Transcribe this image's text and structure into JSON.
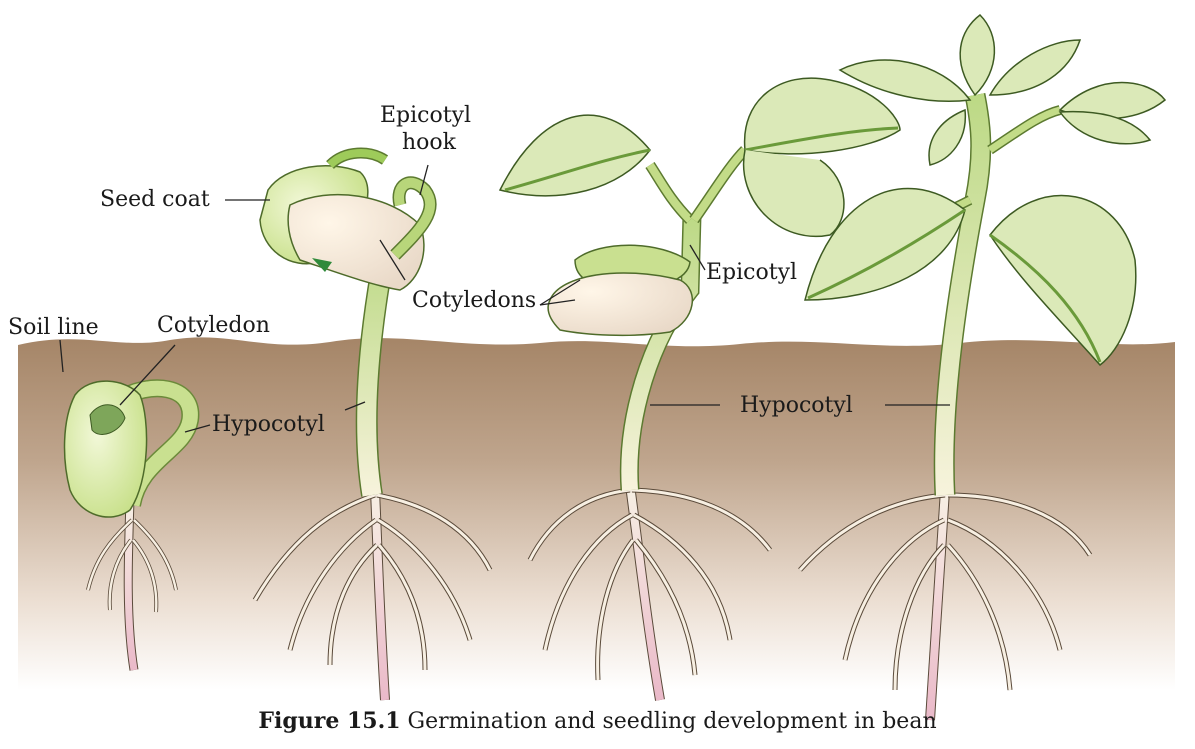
{
  "labels": {
    "soil_line": "Soil line",
    "cotyledon": "Cotyledon",
    "hypocotyl_1": "Hypocotyl",
    "seed_coat": "Seed coat",
    "epicotyl_hook_1": "Epicotyl",
    "epicotyl_hook_2": "hook",
    "cotyledons": "Cotyledons",
    "epicotyl": "Epicotyl",
    "hypocotyl_2": "Hypocotyl"
  },
  "caption": {
    "figure": "Figure 15.1",
    "text": " Germination and seedling development in bean"
  },
  "colors": {
    "soil_top": "#a88a6e",
    "soil_bottom": "#ffffff",
    "leaf": "#dbe9b8",
    "stem": "#c8df8e",
    "root": "#f6ecdc",
    "root_tip": "#f0c8d4",
    "seed": "#d7eaa2"
  }
}
